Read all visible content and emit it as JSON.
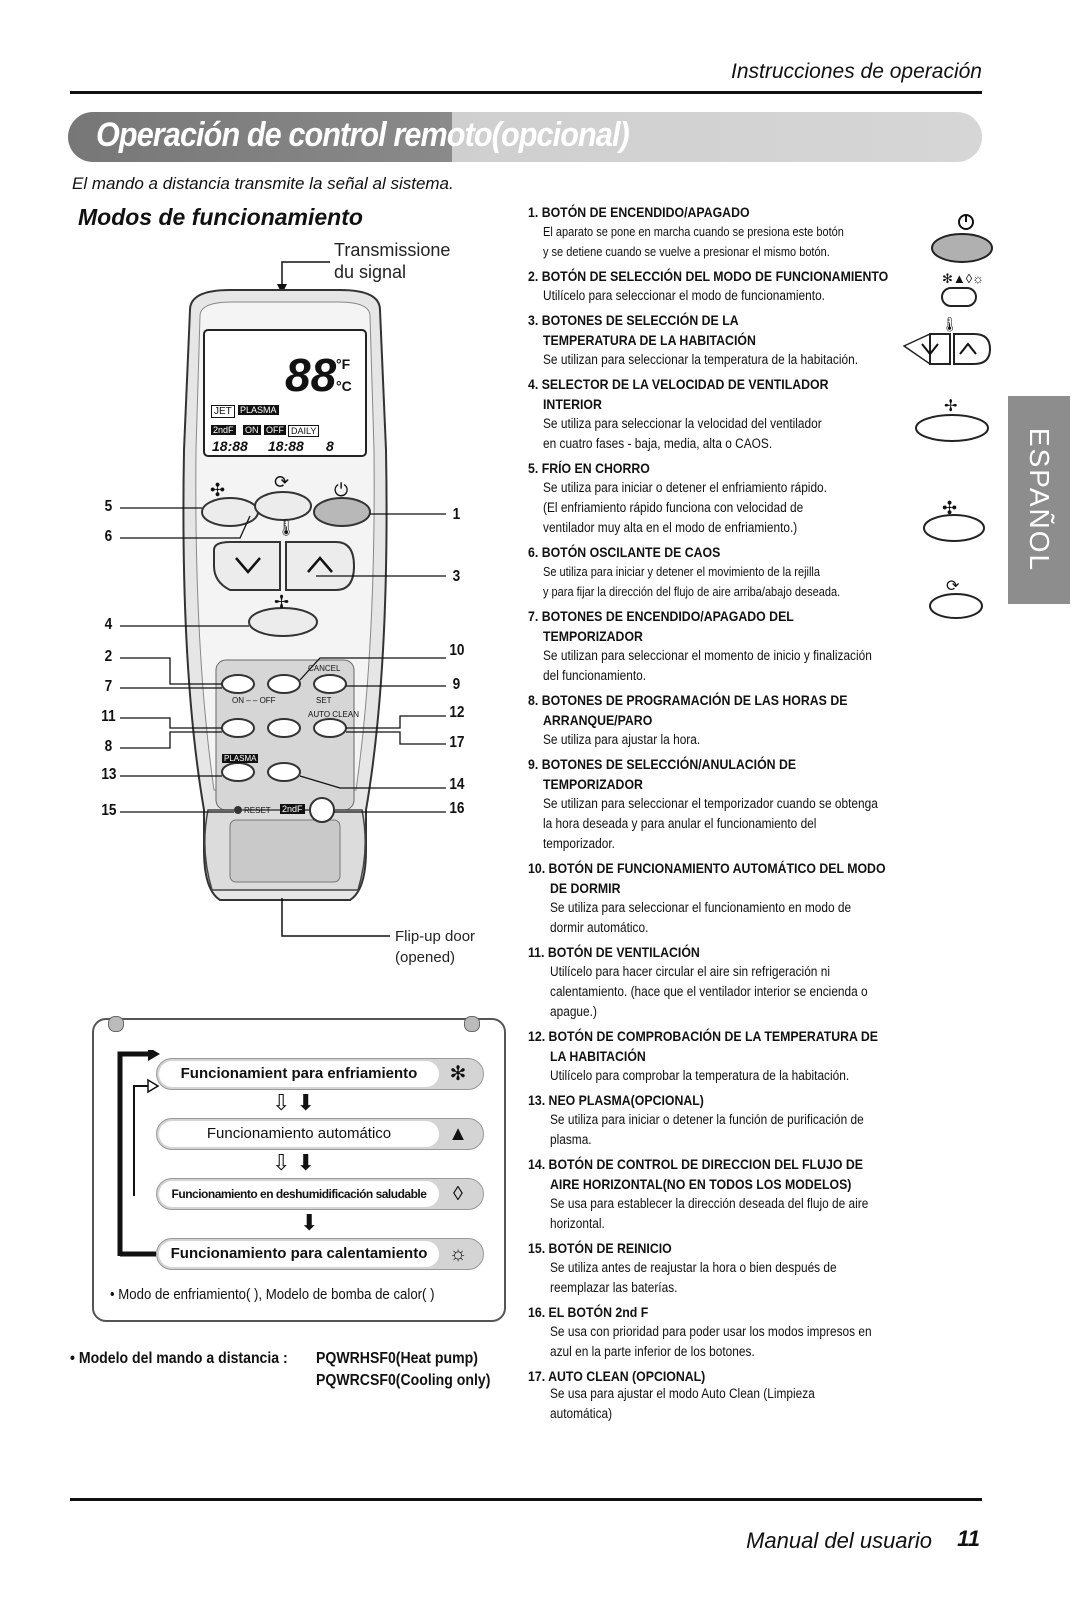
{
  "header": {
    "title": "Instrucciones de operación"
  },
  "banner": {
    "title": "Operación de control remoto(opcional)"
  },
  "intro": "El mando a distancia transmite la señal al sistema.",
  "section_title": "Modos de funcionamiento",
  "remote": {
    "transmission_label_1": "Transmissione",
    "transmission_label_2": "du signal",
    "flip_door_1": "Flip-up door",
    "flip_door_2": "(opened)",
    "display_digits": "88",
    "display_unit_f": "°F",
    "display_unit_c": "°C",
    "jet_label": "JET",
    "plasma_label": "PLASMA",
    "on_label": "ON",
    "off_label": "OFF",
    "daily_label": "DAILY",
    "second_f_label": "2ndF",
    "time_digits": "18:88",
    "hr_digit": "8",
    "cancel_label": "CANCEL",
    "set_label": "SET",
    "on_off_label": "ON – – OFF",
    "auto_clean_label": "AUTO CLEAN",
    "plasma_btn_label": "PLASMA",
    "reset_label": "RESET",
    "second_f_btn": "2ndF",
    "callouts_left": [
      "5",
      "6",
      "4",
      "2",
      "7",
      "11",
      "8",
      "13",
      "15"
    ],
    "callouts_right": [
      "1",
      "3",
      "10",
      "9",
      "12",
      "17",
      "14",
      "16"
    ]
  },
  "language_tab": "ESPAÑOL",
  "items": [
    {
      "head": "1. BOTÓN DE ENCENDIDO/APAGADO",
      "desc": [
        "El aparato se pone en marcha cuando se presiona este botón",
        "y se detiene cuando se vuelve a presionar el mismo botón."
      ]
    },
    {
      "head": "2. BOTÓN DE SELECCIÓN DEL MODO DE FUNCIONAMIENTO",
      "desc": [
        "Utilícelo para seleccionar el modo de funcionamiento."
      ]
    },
    {
      "head": "3. BOTONES DE SELECCIÓN DE LA",
      "head2": "TEMPERATURA DE LA HABITACIÓN",
      "desc": [
        "Se utilizan para seleccionar la temperatura de la habitación."
      ]
    },
    {
      "head": "4. SELECTOR DE LA VELOCIDAD DE VENTILADOR",
      "head2": "INTERIOR",
      "desc": [
        "Se utiliza para seleccionar la velocidad del ventilador",
        "en cuatro fases - baja, media, alta o CAOS."
      ]
    },
    {
      "head": "5. FRÍO EN CHORRO",
      "desc": [
        "Se utiliza para iniciar o detener el enfriamiento rápido.",
        "(El enfriamiento rápido funciona con velocidad de",
        "ventilador muy alta en el modo de enfriamiento.)"
      ]
    },
    {
      "head": "6. BOTÓN OSCILANTE DE CAOS",
      "desc": [
        "Se utiliza para iniciar y detener el movimiento de la rejilla",
        "y para fijar la dirección del flujo de aire arriba/abajo deseada."
      ]
    },
    {
      "head": "7. BOTONES DE ENCENDIDO/APAGADO DEL",
      "head2": "TEMPORIZADOR",
      "desc": [
        "Se utilizan para seleccionar el momento de inicio y finalización",
        "del funcionamiento."
      ]
    },
    {
      "head": "8. BOTONES DE PROGRAMACIÓN DE LAS HORAS DE",
      "head2": "ARRANQUE/PARO",
      "desc": [
        "Se utiliza para ajustar la hora."
      ]
    },
    {
      "head": "9. BOTONES DE SELECCIÓN/ANULACIÓN DE",
      "head2": "TEMPORIZADOR",
      "desc": [
        "Se utilizan para seleccionar el temporizador cuando se obtenga",
        "la hora deseada y para anular el funcionamiento del",
        "temporizador."
      ]
    },
    {
      "head": "10. BOTÓN DE FUNCIONAMIENTO AUTOMÁTICO DEL MODO",
      "head2": "DE DORMIR",
      "desc": [
        "Se utiliza para seleccionar el funcionamiento en modo de",
        "dormir automático."
      ]
    },
    {
      "head": "11. BOTÓN DE VENTILACIÓN",
      "desc": [
        "Utilícelo para hacer circular el aire sin refrigeración ni",
        "calentamiento. (hace que el ventilador interior se encienda o",
        "apague.)"
      ]
    },
    {
      "head": "12. BOTÓN DE COMPROBACIÓN DE LA TEMPERATURA DE",
      "head2": "LA HABITACIÓN",
      "desc": [
        "Utilícelo para comprobar la temperatura de la habitación."
      ]
    },
    {
      "head": "13. NEO PLASMA(OPCIONAL)",
      "desc": [
        "Se utiliza para iniciar o detener la función de purificación de",
        "plasma."
      ]
    },
    {
      "head": "14. BOTÓN DE CONTROL DE DIRECCION DEL FLUJO DE",
      "head2": "AIRE HORIZONTAL(NO EN TODOS LOS MODELOS)",
      "desc": [
        "Se usa para establecer la dirección deseada del flujo de aire",
        "horizontal."
      ]
    },
    {
      "head": "15. BOTÓN DE REINICIO",
      "desc": [
        "Se utiliza antes de reajustar la hora o bien después de",
        "reemplazar las baterías."
      ]
    },
    {
      "head": "16. EL BOTÓN 2nd F",
      "desc": [
        "Se usa con prioridad para poder usar los modos impresos en",
        "azul en la parte inferior de los botones."
      ]
    },
    {
      "head": "17. AUTO CLEAN (OPCIONAL)",
      "desc": [
        "Se usa para ajustar el modo Auto Clean (Limpieza",
        "automática)"
      ]
    }
  ],
  "flow": {
    "modes": [
      "Funcionamient  para enfriamiento",
      "Funcionamiento automático",
      "Funcionamiento en deshumidificación saludable",
      "Funcionamiento para calentamiento"
    ],
    "note": "• Modo de enfriamiento(   ), Modelo de bomba de calor(   )"
  },
  "model": {
    "label": "• Modelo del mando a distancia :",
    "heat": "PQWRHSF0(Heat pump)",
    "cool": "PQWRCSF0(Cooling only)"
  },
  "footer": {
    "title": "Manual del usuario",
    "page": "11"
  }
}
